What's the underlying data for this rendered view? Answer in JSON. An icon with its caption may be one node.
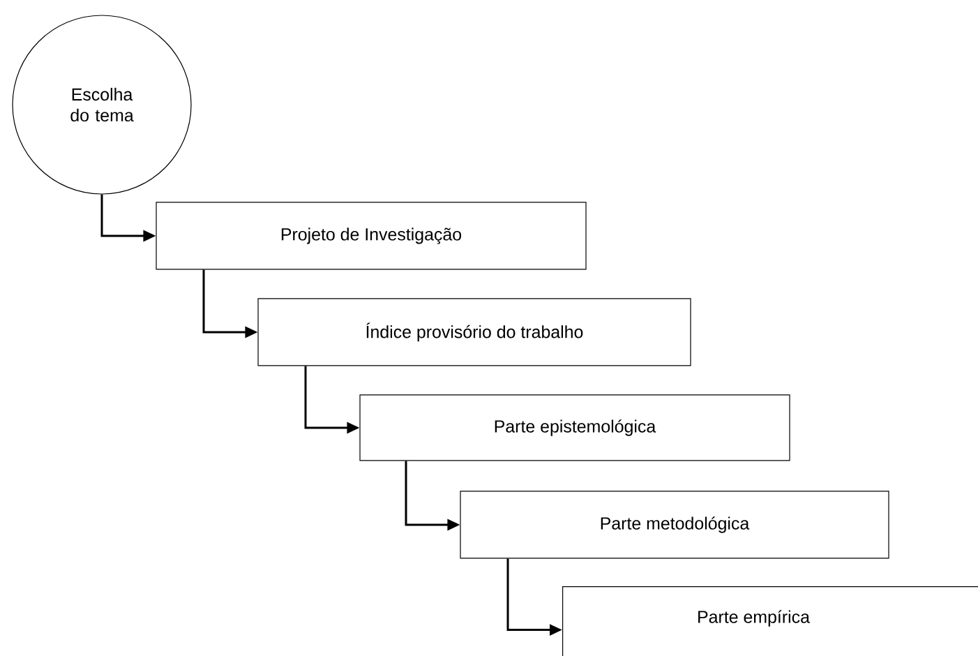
{
  "diagram": {
    "nodes": [
      {
        "text": [
          "Escolha do tema"
        ]
      },
      {
        "text": [
          "Projeto de Investigação"
        ]
      },
      {
        "text": [
          "Índice provisório do trabalho"
        ]
      },
      {
        "text": [
          "Parte epistemológica"
        ]
      },
      {
        "text": [
          "Parte metodológica"
        ]
      },
      {
        "text": [
          "Parte empírica"
        ]
      }
    ],
    "edges": [
      {
        "from": 0,
        "to": 1,
        "arrow": "to"
      },
      {
        "from": 1,
        "to": 2,
        "arrow": "to"
      },
      {
        "from": 2,
        "to": 3,
        "arrow": "to"
      },
      {
        "from": 3,
        "to": 4,
        "arrow": "to"
      },
      {
        "from": 4,
        "to": 5,
        "arrow": "to"
      }
    ]
  }
}
